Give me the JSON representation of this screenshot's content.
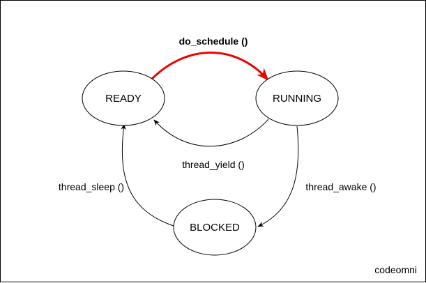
{
  "nodes": {
    "ready": "READY",
    "running": "RUNNING",
    "blocked": "BLOCKED"
  },
  "edges": {
    "do_schedule": "do_schedule ()",
    "thread_yield": "thread_yield ()",
    "thread_sleep": "thread_sleep ()",
    "thread_awake": "thread_awake ()"
  },
  "colors": {
    "highlight_edge": "#ee0000",
    "edge": "#000000",
    "node_stroke": "#000000",
    "node_fill": "#ffffff"
  },
  "brand": "codeomni"
}
